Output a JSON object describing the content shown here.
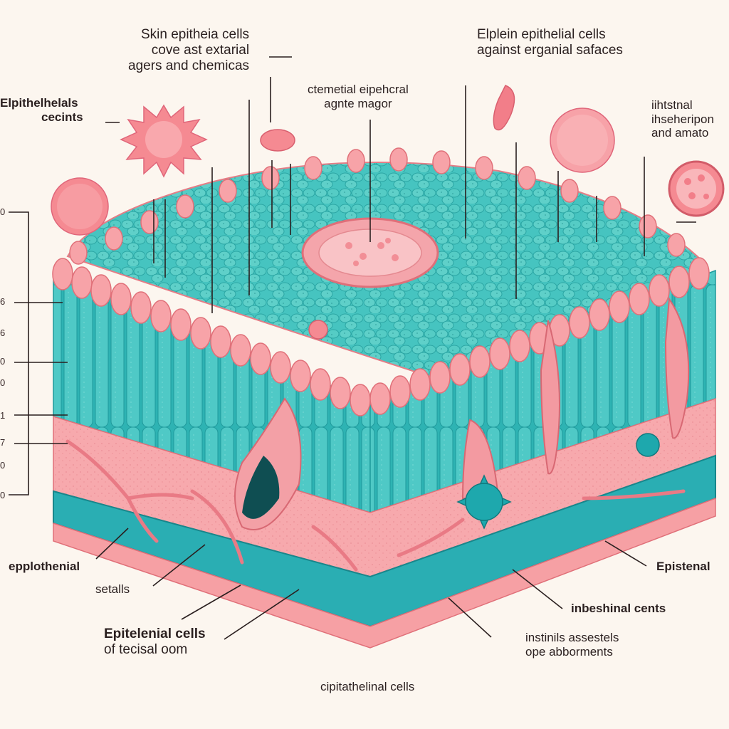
{
  "labels": {
    "top_left": [
      "Skin epitheia cells",
      "cove ast extarial",
      "agers and chemicas"
    ],
    "top_right": [
      "Elplein epithelial cells",
      "against erganial safaces"
    ],
    "left_upper": [
      "Elpithelhelals",
      "cecints"
    ],
    "top_center": [
      "ctemetial eipehcral",
      "agnte magor"
    ],
    "right_upper": [
      "iihtstnal",
      "ihseheripon",
      "and amato"
    ],
    "left_mid": "epplothenial",
    "right_mid": "Epistenal",
    "left_lower": "setalls",
    "right_lower": "inbeshinal cents",
    "bottom_left": [
      "Epitelenial cells",
      "of tecisal oom"
    ],
    "bottom_right": [
      "instinils assestels",
      "ope abborments"
    ],
    "bottom_center": "cipitathelinal cells"
  },
  "ticks": [
    "0",
    "6",
    "6",
    "0",
    "0",
    "1",
    "7",
    "0",
    "0"
  ],
  "colors": {
    "teal": "#3ec1c1",
    "teal_dark": "#1e9ea3",
    "pink": "#f6a0a4",
    "pink_dark": "#e8737e",
    "pink_light": "#f9c2c4",
    "band": "#2aaeb3",
    "background": "#fcf6ef"
  }
}
